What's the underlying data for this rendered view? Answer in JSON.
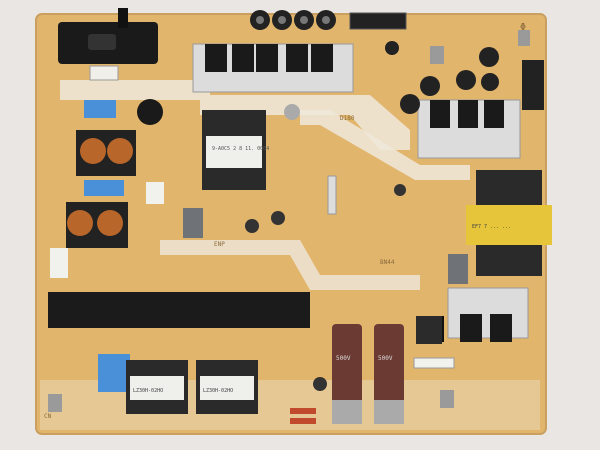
{
  "photo": {
    "subject": "power-supply-circuit-board",
    "colors": {
      "background": "#e9e6e3",
      "board": "#e2b56d",
      "board_edge": "#caa060",
      "trace_light": "#efe9dc",
      "heatsink_light": "#dddddd",
      "heatsink_dark": "#1b1b1b",
      "capacitor_dark": "#222222",
      "capacitor_brown": "#6b3a33",
      "transformer_yellow": "#e6c53a",
      "copper": "#b9662a",
      "blue_part": "#4a90d9",
      "white_label": "#f1f1ee"
    }
  },
  "labels": {
    "transformer_top": "9-A0C5 2 8 11. 0004",
    "transformer_right": "EF7 7 ... ...",
    "silk_block1": "ENP",
    "silk_block2": "D180",
    "silk_block3": "BN44",
    "coil_left": "LZ30H-02HO",
    "coil_right": "LZ30H-02HO",
    "cap_left_text": "500V",
    "cap_right_text": "500V",
    "pad_marks": "CN",
    "corner_text": "Φ"
  }
}
